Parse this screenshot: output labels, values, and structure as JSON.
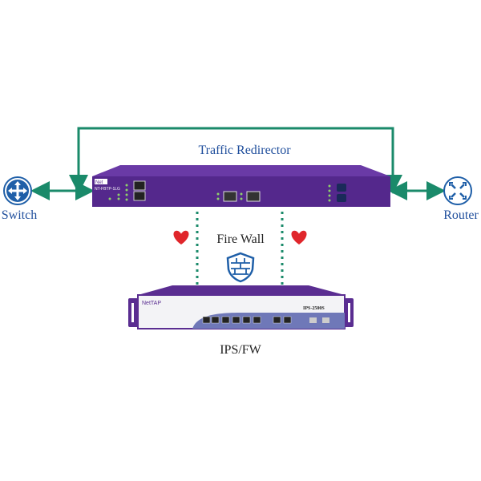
{
  "title": "Traffic Redirector",
  "switch_label": "Switch",
  "router_label": "Router",
  "firewall_label": "Fire Wall",
  "ips_label": "IPS/FW",
  "redirector_device": {
    "brand": "Net",
    "model": "NT-FBTP-1LG"
  },
  "ips_device": {
    "brand": "NetTAP",
    "model": "IPS-2500S"
  },
  "colors": {
    "link": "#1a8a6a",
    "device": "#5a2d91",
    "icon": "#1f5fa8",
    "heart": "#e0262b"
  }
}
